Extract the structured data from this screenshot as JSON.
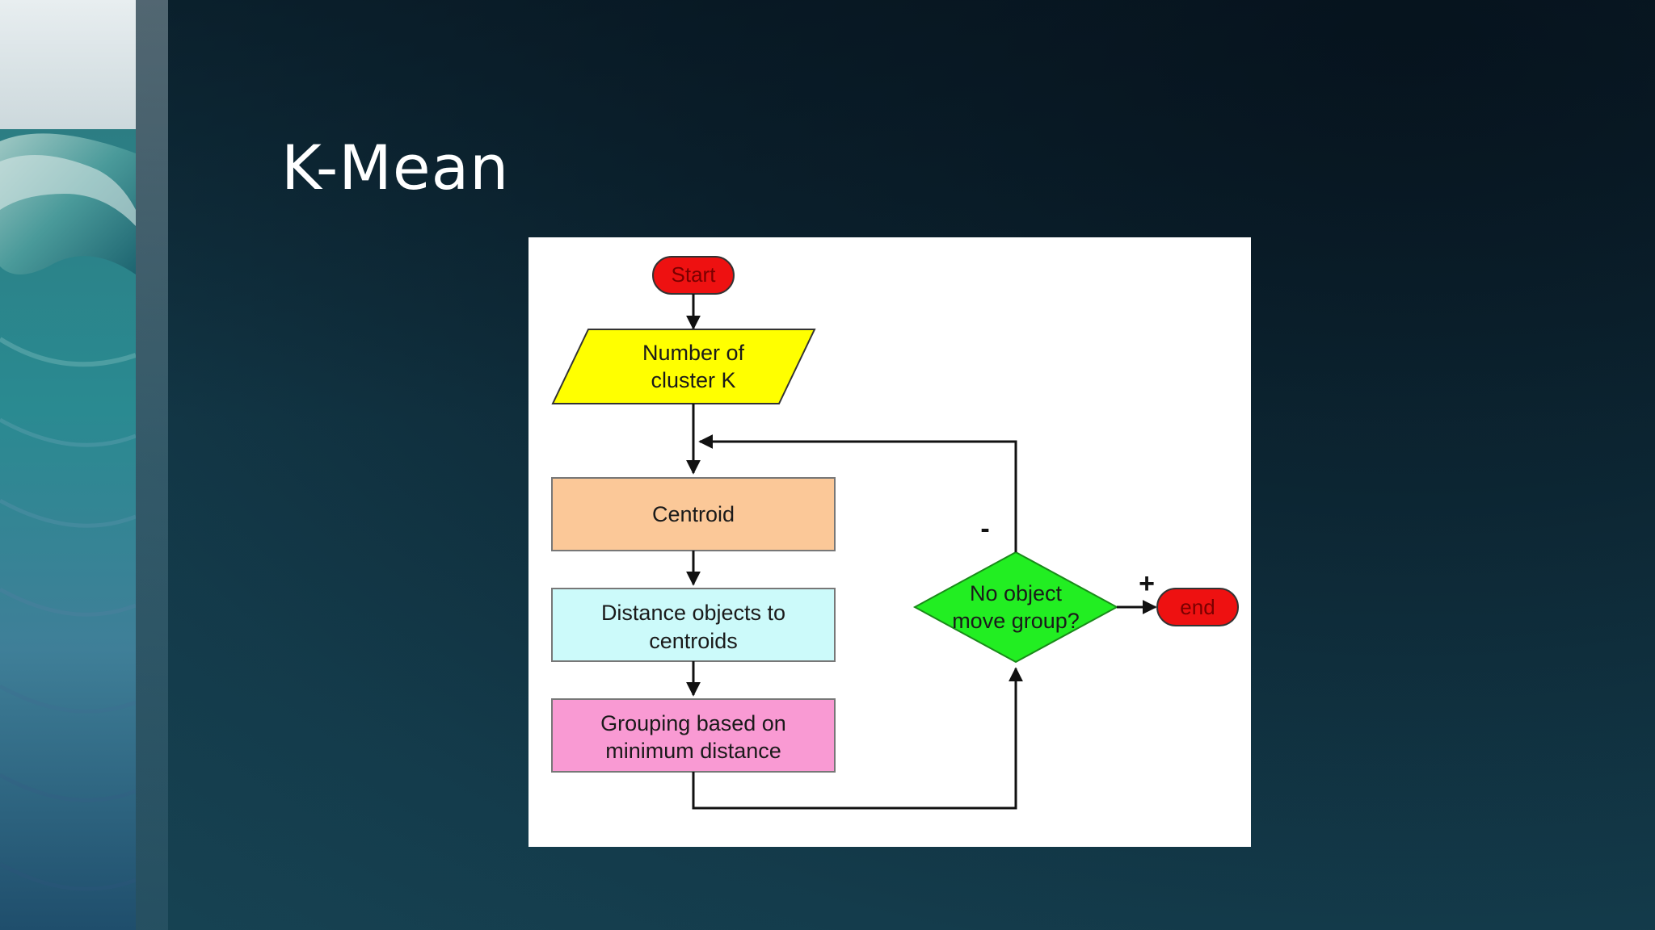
{
  "slide": {
    "title": "K-Mean"
  },
  "flowchart": {
    "start": "Start",
    "input": [
      "Number of",
      "cluster K"
    ],
    "centroid": "Centroid",
    "distance": [
      "Distance objects to",
      "centroids"
    ],
    "grouping": [
      "Grouping based on",
      "minimum distance"
    ],
    "decision": [
      "No object",
      "move group?"
    ],
    "end": "end",
    "label_no": "-",
    "label_yes": "+"
  },
  "colors": {
    "start_end_fill": "#ee1111",
    "input_fill": "#ffff00",
    "centroid_fill": "#fbc898",
    "distance_fill": "#ccfafa",
    "grouping_fill": "#f99ad3",
    "decision_fill": "#22ee22"
  }
}
